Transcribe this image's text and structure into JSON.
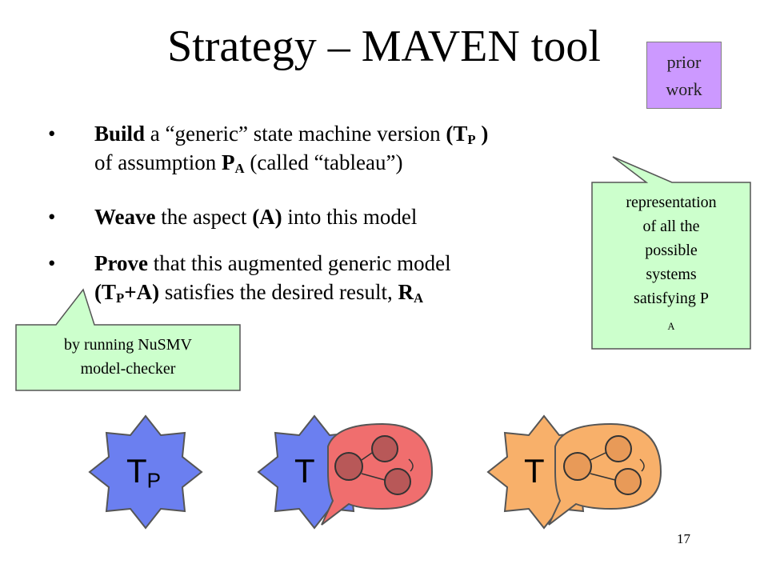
{
  "slide": {
    "title": "Strategy – MAVEN tool",
    "page_number": "17",
    "prior_work": {
      "line1": "prior",
      "line2": "work",
      "color": "#cc99ff"
    },
    "bullets": {
      "symbol": "•",
      "b1": {
        "bold1": "Build",
        "text1": " a “generic” state machine version ",
        "bold2_main": "(T",
        "bold2_sub": "P",
        "bold2_end": " )",
        "text2": "of assumption ",
        "bold3_main": "P",
        "bold3_sub": "A",
        "text3": " (called “tableau”)"
      },
      "b2": {
        "bold1": "Weave",
        "text1": " the aspect ",
        "bold2": "(A)",
        "text2": " into this model"
      },
      "b3": {
        "bold1": "Prove",
        "text1": " that this augmented generic model",
        "bold2_main": "(T",
        "bold2_sub": "P",
        "bold2_end": "+A)",
        "text2": " satisfies the desired result, ",
        "bold3_main": "R",
        "bold3_sub": "A"
      }
    },
    "callout_right": {
      "lines": [
        "representation",
        "of all the",
        "possible",
        "systems"
      ],
      "last_main": "satisfying P",
      "last_sub": "A",
      "fill": "#ccffcc"
    },
    "callout_left": {
      "lines": [
        "by running NuSMV",
        "model-checker"
      ],
      "fill": "#ccffcc"
    },
    "diagram": {
      "star_label_main": "T",
      "star_label_sub": "P",
      "partial_label": "T",
      "star_color": "#6b7ff0",
      "aspect_bubble_red": "#f06e6e",
      "aspect_bubble_orange": "#f8b06a",
      "node_red": "#b85858",
      "node_orange": "#e89a58"
    }
  }
}
